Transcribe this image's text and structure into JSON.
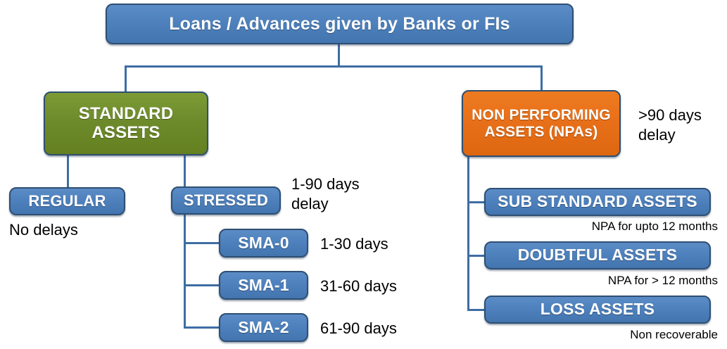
{
  "diagram": {
    "title": "Loans / Advances given by Banks or FIs",
    "colors": {
      "blue": "#4E81BD",
      "green": "#6E8B2C",
      "orange": "#E8701A",
      "border": "#2E4F73",
      "connector": "#3E6DA3",
      "text_on_node": "#FFFFFF",
      "label_text": "#000000"
    },
    "root": {
      "label": "Loans / Advances given by Banks or FIs"
    },
    "branches": {
      "standard": {
        "label": "STANDARD ASSETS",
        "children": {
          "regular": {
            "label": "REGULAR",
            "note": "No delays"
          },
          "stressed": {
            "label": "STRESSED",
            "note": "1-90 days\ndelay",
            "sma": [
              {
                "label": "SMA-0",
                "note": "1-30 days"
              },
              {
                "label": "SMA-1",
                "note": "31-60 days"
              },
              {
                "label": "SMA-2",
                "note": "61-90 days"
              }
            ]
          }
        }
      },
      "npa": {
        "label": "NON PERFORMING ASSETS (NPAs)",
        "note": ">90 days\ndelay",
        "children": [
          {
            "label": "SUB STANDARD ASSETS",
            "note": "NPA for upto 12 months"
          },
          {
            "label": "DOUBTFUL ASSETS",
            "note": "NPA for > 12 months"
          },
          {
            "label": "LOSS ASSETS",
            "note": "Non recoverable"
          }
        ]
      }
    }
  }
}
